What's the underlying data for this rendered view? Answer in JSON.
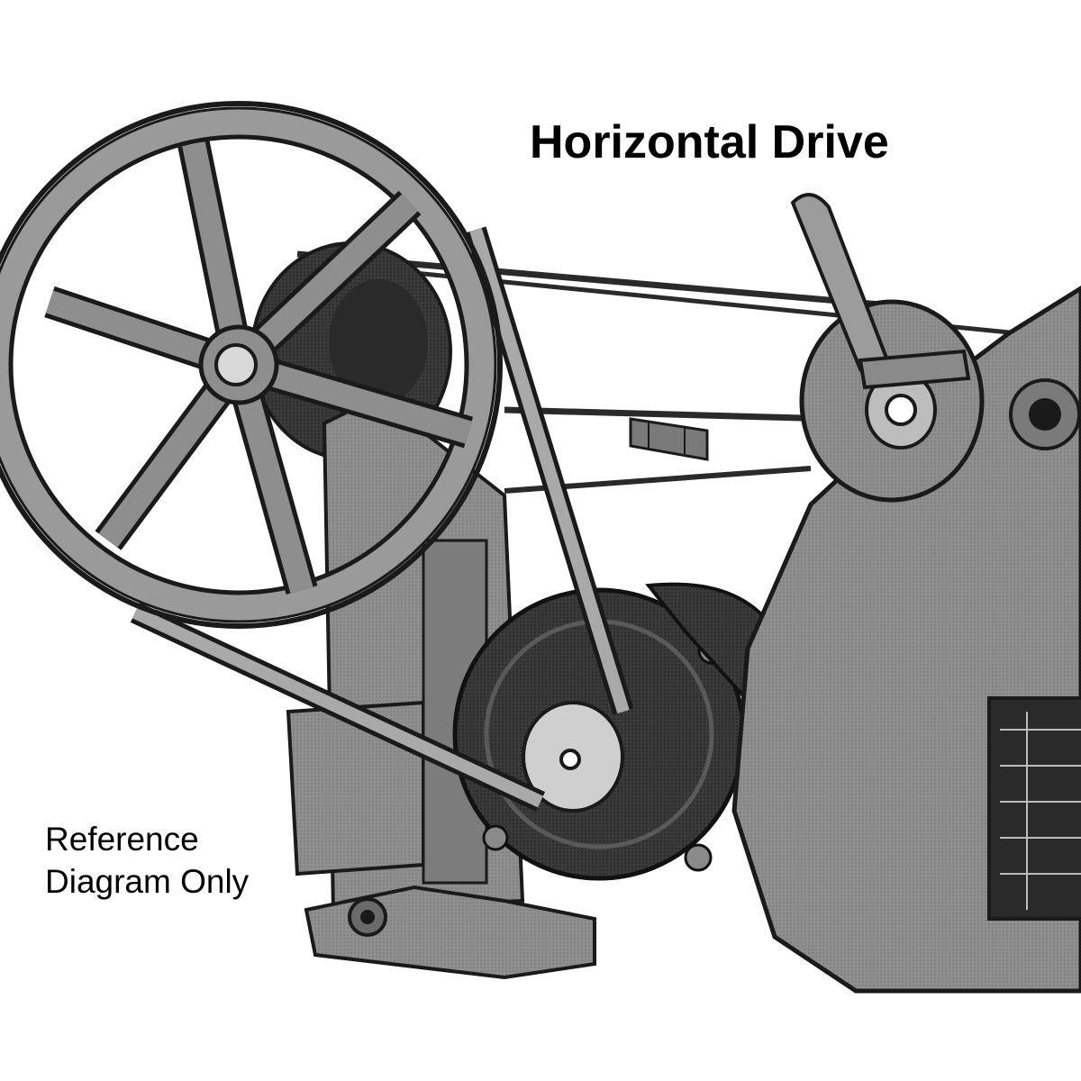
{
  "title": "Horizontal Drive",
  "note": {
    "line1": "Reference",
    "line2": "Diagram Only"
  },
  "colors": {
    "background": "#ffffff",
    "text": "#000000",
    "casting": "#8e8e8e",
    "casting_dark": "#3a3a3a",
    "outline": "#1a1a1a"
  },
  "illustration": {
    "subject": "vintage machine with belt and pulley horizontal drive"
  }
}
